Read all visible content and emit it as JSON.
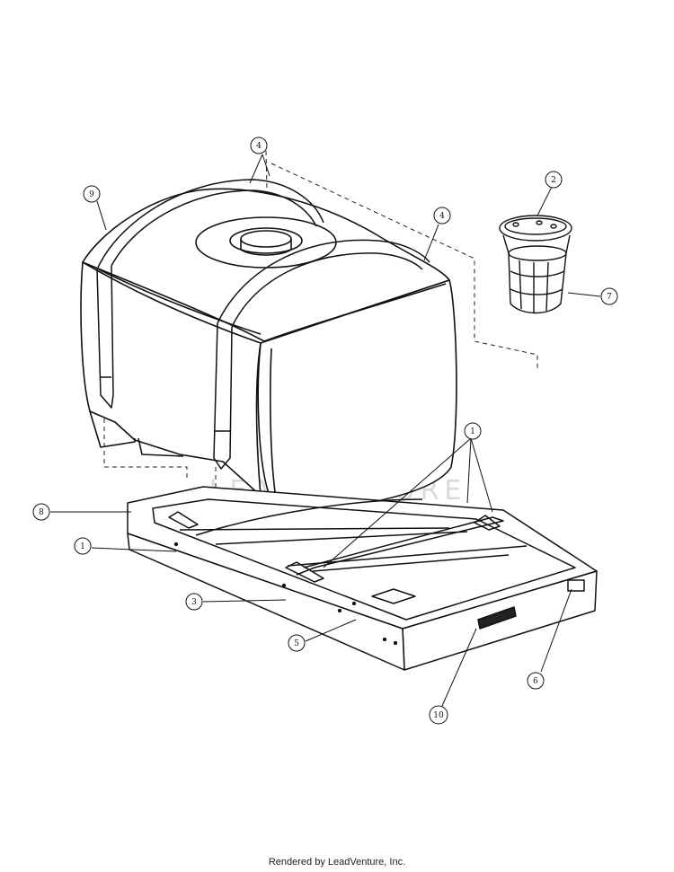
{
  "callouts": [
    {
      "id": "c4a",
      "label": "4"
    },
    {
      "id": "c9",
      "label": "9"
    },
    {
      "id": "c4b",
      "label": "4"
    },
    {
      "id": "c2",
      "label": "2"
    },
    {
      "id": "c7",
      "label": "7"
    },
    {
      "id": "c1a",
      "label": "1"
    },
    {
      "id": "c8",
      "label": "8"
    },
    {
      "id": "c1b",
      "label": "1"
    },
    {
      "id": "c3",
      "label": "3"
    },
    {
      "id": "c5",
      "label": "5"
    },
    {
      "id": "c6",
      "label": "6"
    },
    {
      "id": "c10",
      "label": "10"
    }
  ],
  "watermark": {
    "text": "LEADVENTURE"
  },
  "footer": {
    "text": "Rendered by LeadVenture, Inc."
  }
}
